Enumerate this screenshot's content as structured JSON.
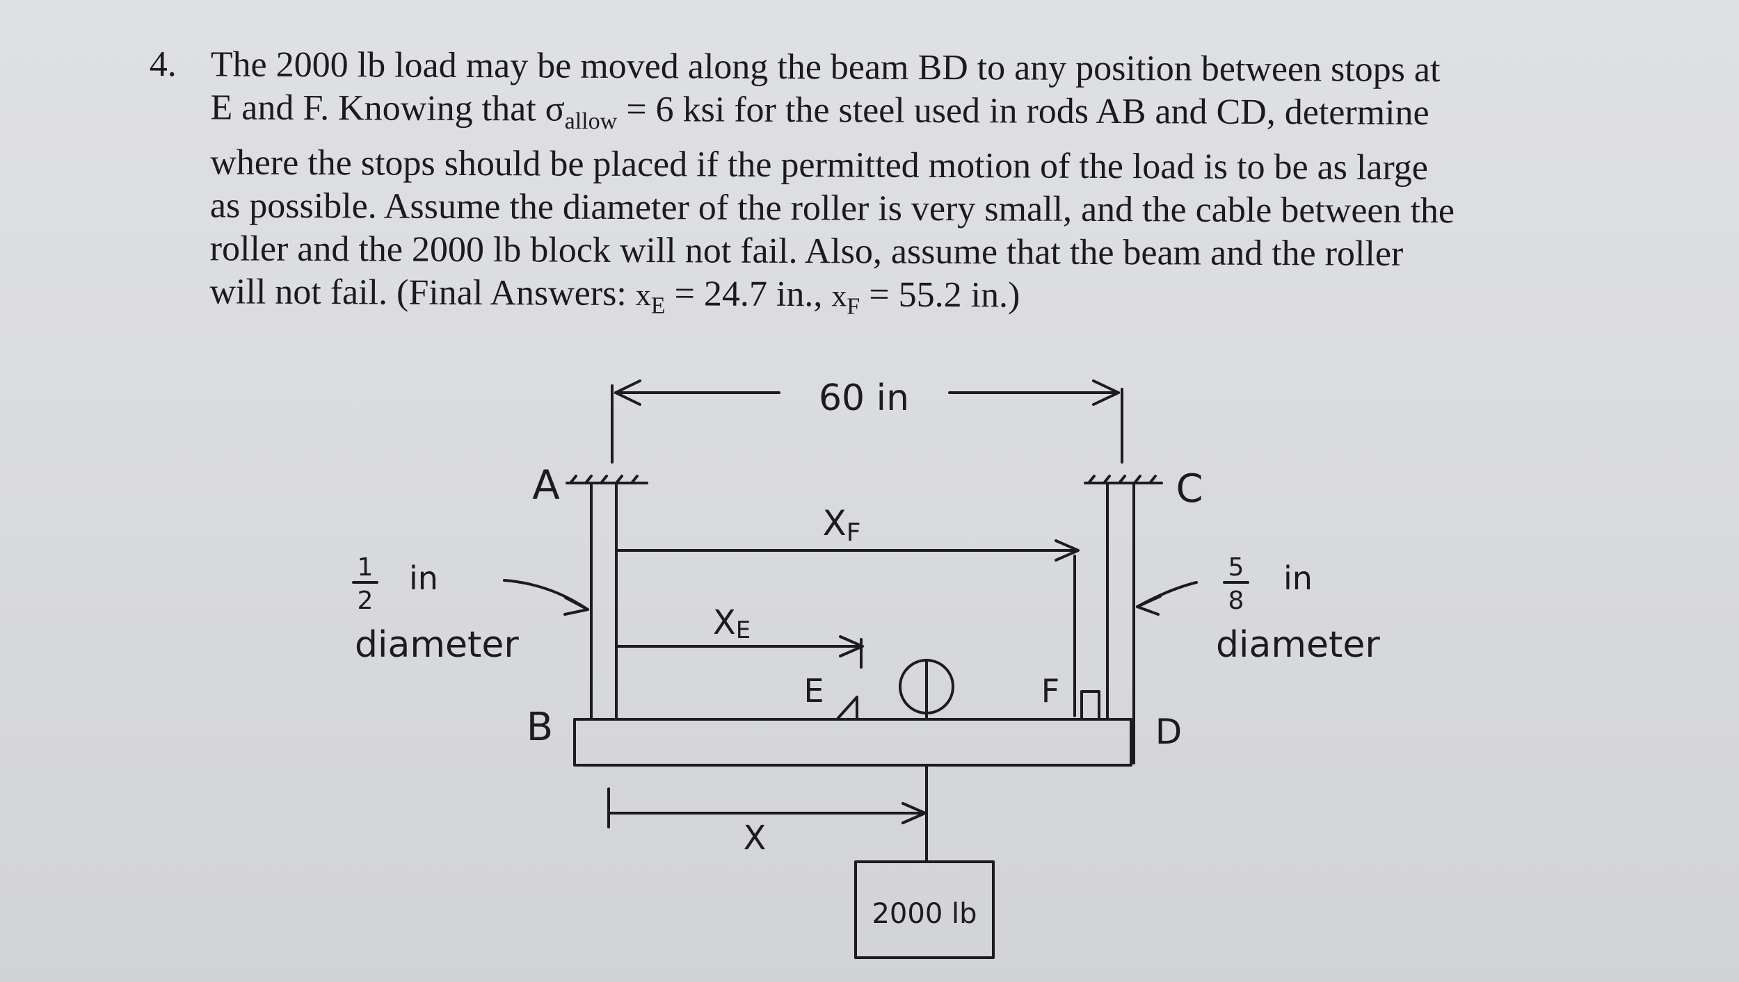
{
  "problem": {
    "number": "4.",
    "line1": "The 2000 lb load may be moved along the beam BD to any position between stops at",
    "line2_a": "E and F. Knowing that ",
    "sigma": "σ",
    "allow_sub": "allow",
    "line2_b": " = 6 ksi for the steel used in rods AB and CD, determine",
    "line3": "where the stops should be placed if the permitted motion of the load is to be as large",
    "line4": "as possible. Assume the diameter of the roller is very small, and the cable between the",
    "line5": "roller and the 2000 lb block will not fail. Also, assume that the beam and the roller",
    "line6_a": "will not fail. (Final Answers: ",
    "xe_var": "x",
    "xe_sub": "E",
    "xe_value": " = 24.7 in., ",
    "xf_var": "x",
    "xf_sub": "F",
    "xf_value": " = 55.2 in.)"
  },
  "diagram": {
    "span_label": "60 in",
    "support_left": "A",
    "support_right": "C",
    "beam_left": "B",
    "beam_right": "D",
    "xf_label": "X",
    "xf_sub": "F",
    "xe_label": "X",
    "xe_sub": "E",
    "stop_e": "E",
    "stop_f": "F",
    "x_label": "X",
    "left_dia_num": "1",
    "left_dia_den": "2",
    "left_dia_unit": "in",
    "left_dia_word": "diameter",
    "right_dia_num": "5",
    "right_dia_den": "8",
    "right_dia_unit": "in",
    "right_dia_word": "diameter",
    "load_label": "2000 lb"
  },
  "colors": {
    "ink": "#1c1c1f",
    "paper": "#dadbdd"
  }
}
